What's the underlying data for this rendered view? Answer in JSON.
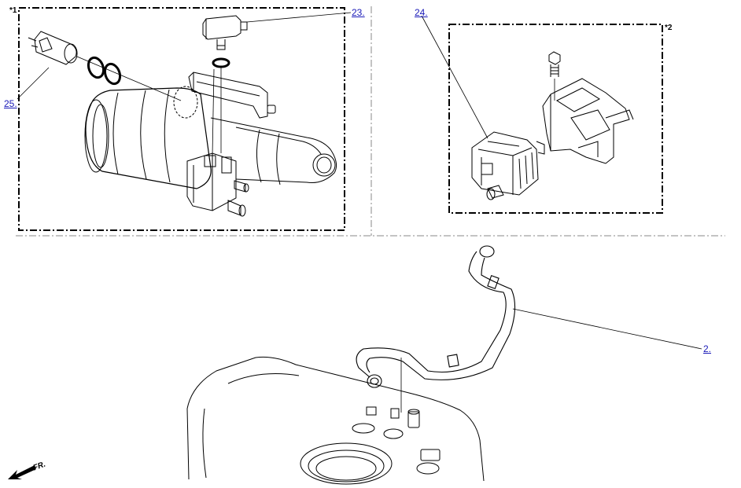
{
  "markers": {
    "view1": "*1",
    "view2": "*2"
  },
  "callouts": {
    "c23": "23.",
    "c24": "24.",
    "c25": "25.",
    "c2": "2."
  },
  "front_label": "FR.",
  "colors": {
    "line": "#000000",
    "link": "#1a1ab8",
    "background": "#ffffff"
  }
}
